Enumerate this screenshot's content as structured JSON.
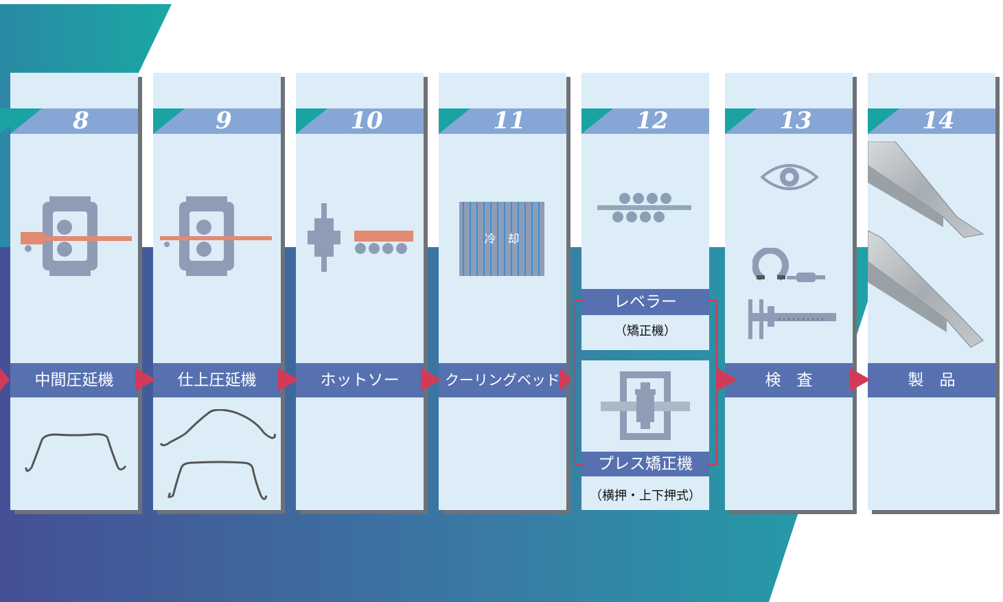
{
  "steps": [
    {
      "number": "8",
      "label": "中間圧延機"
    },
    {
      "number": "9",
      "label": "仕上圧延機"
    },
    {
      "number": "10",
      "label": "ホットソー"
    },
    {
      "number": "11",
      "label": "クーリングベッド",
      "icon_text": "冷　却"
    },
    {
      "number": "12",
      "label": "レベラー",
      "note": "（矯正機）",
      "label2": "プレス矯正機",
      "note2": "（横押・上下押式）"
    },
    {
      "number": "13",
      "label": "検　査"
    },
    {
      "number": "14",
      "label": "製　品"
    }
  ],
  "colors": {
    "panel": "#dcedf8",
    "number_bar": "#86a7d6",
    "label_bar": "#5670b0",
    "arrow": "#d23a5a",
    "teal_accent": "#1aa3a3",
    "machine": "#8f9cb6",
    "hot_steel": "#e28a74"
  }
}
